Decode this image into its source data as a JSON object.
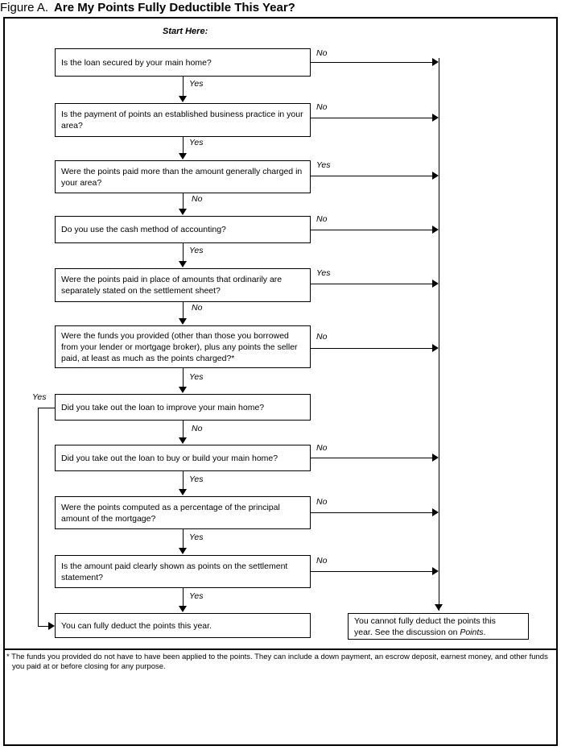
{
  "figure": {
    "label": "Figure A.",
    "title": "Are My Points Fully Deductible This Year?",
    "start_here": "Start Here:"
  },
  "nodes": [
    {
      "id": "q1",
      "text": "Is the loan secured by your main home?"
    },
    {
      "id": "q2",
      "text": "Is the payment of points an established business practice in your area?"
    },
    {
      "id": "q3",
      "text": "Were the points paid more than the amount generally charged in your area?"
    },
    {
      "id": "q4",
      "text": "Do you use the cash method of accounting?"
    },
    {
      "id": "q5",
      "text": "Were the points paid in place of amounts that ordinarily are separately stated on the settlement sheet?"
    },
    {
      "id": "q6",
      "text": "Were the funds you provided (other than those you borrowed from your lender or mortgage broker), plus any points the seller paid, at least as much as the points charged?*"
    },
    {
      "id": "q7",
      "text": "Did you take out the loan to improve your main home?"
    },
    {
      "id": "q8",
      "text": "Did you take out the loan to buy or build your main home?"
    },
    {
      "id": "q9",
      "text": "Were the points computed as a percentage of the principal amount of the mortgage?"
    },
    {
      "id": "q10",
      "text": "Is the amount paid clearly shown as points on the settlement statement?"
    },
    {
      "id": "deductible",
      "text": "You can fully deduct the points this year."
    }
  ],
  "outcome_not_deductible": {
    "line1": "You cannot fully deduct the points this",
    "line2_before": "year. See the discussion on ",
    "line2_italic": "Points",
    "line2_after": "."
  },
  "edge_labels": {
    "q1_no": "No",
    "q1_yes": "Yes",
    "q2_no": "No",
    "q2_yes": "Yes",
    "q3_yes": "Yes",
    "q3_no": "No",
    "q4_no": "No",
    "q4_yes": "Yes",
    "q5_yes": "Yes",
    "q5_no": "No",
    "q6_no": "No",
    "q6_yes": "Yes",
    "q7_yes": "Yes",
    "q7_no": "No",
    "q8_no": "No",
    "q8_yes": "Yes",
    "q9_no": "No",
    "q9_yes": "Yes",
    "q10_no": "No",
    "q10_yes": "Yes"
  },
  "footnote": {
    "marker": "*",
    "line1": "The funds you provided do not have to have been applied to the points. They can include a down payment, an escrow deposit, earnest money, and other funds",
    "line2": "you paid at or before closing for any purpose."
  },
  "colors": {
    "ink": "#000000",
    "paper": "#ffffff"
  }
}
